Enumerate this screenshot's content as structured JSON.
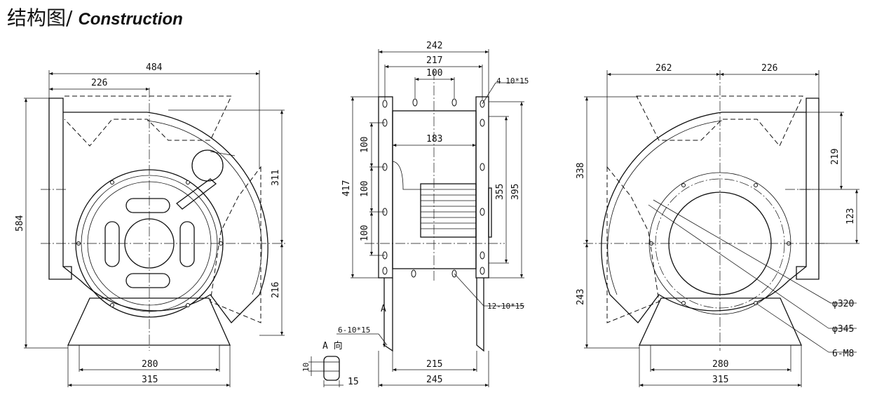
{
  "title": {
    "cn": "结构图",
    "separator": "/",
    "en": "Construction"
  },
  "views": {
    "left": {
      "dims": {
        "width_total": "484",
        "inlet_offset": "226",
        "height_total": "584",
        "upper": "311",
        "lower": "216",
        "base_inner": "280",
        "base_outer": "315"
      }
    },
    "middle": {
      "dims": {
        "w242": "242",
        "w217": "217",
        "w100": "100",
        "w183": "183",
        "h417": "417",
        "h355": "355",
        "h395": "395",
        "p100a": "100",
        "p100b": "100",
        "p100c": "100",
        "b215": "215",
        "b245": "245",
        "h10": "10",
        "w15": "15"
      },
      "labels": {
        "holes_top": "4 10*15",
        "holes_side": "12-10*15",
        "holes_base": "6-10*15",
        "arrow_a": "A",
        "view_a": "A 向"
      }
    },
    "right": {
      "dims": {
        "w262": "262",
        "w226": "226",
        "h338": "338",
        "h243": "243",
        "h219": "219",
        "h123": "123",
        "base_inner": "280",
        "base_outer": "315"
      },
      "labels": {
        "d320": "φ320",
        "d345": "φ345",
        "m8": "6-M8"
      }
    }
  },
  "colors": {
    "ink": "#111111",
    "paper": "#ffffff"
  }
}
